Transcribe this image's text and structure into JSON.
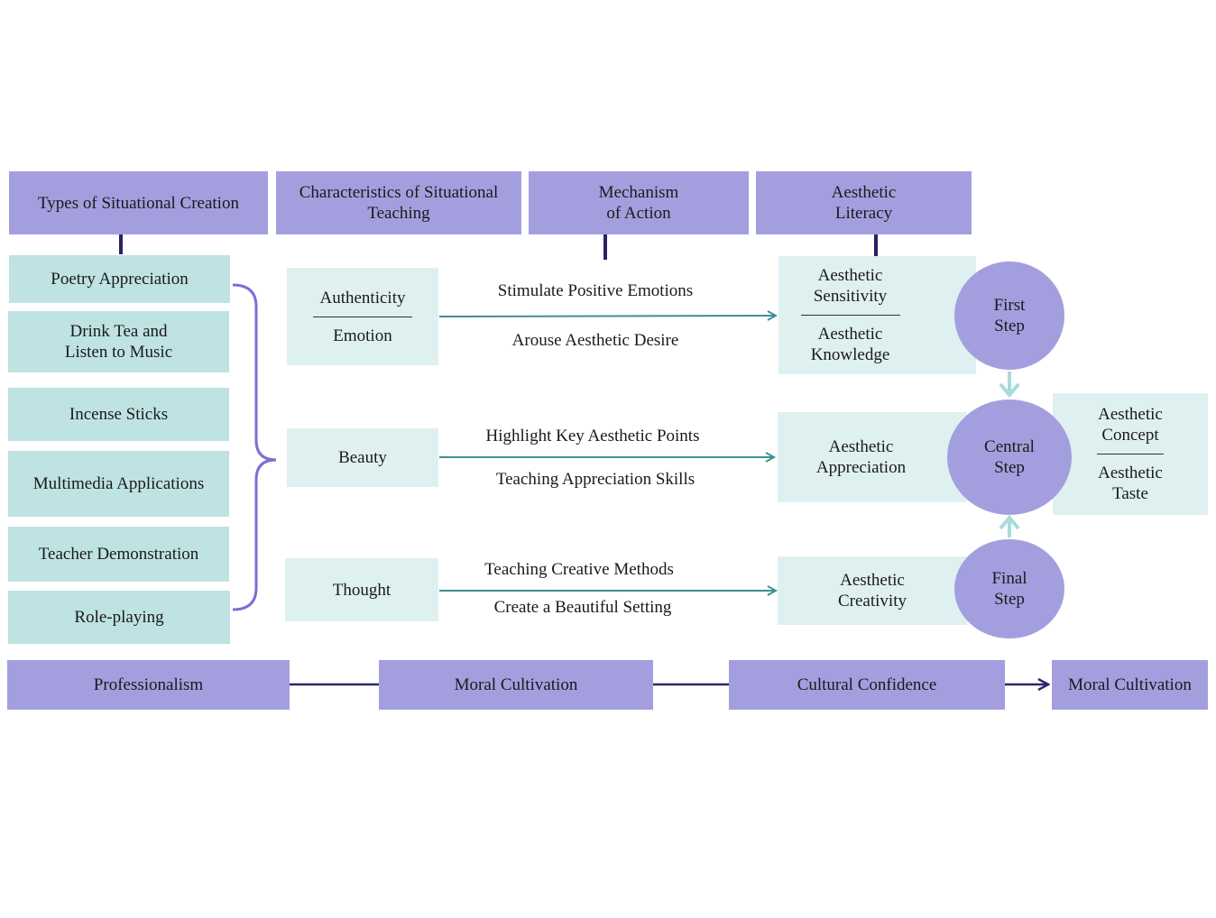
{
  "headers": {
    "types": "Types of Situational Creation",
    "characteristics": "Characteristics of Situational Teaching",
    "mechanism": "Mechanism of Action",
    "literacy": "Aesthetic Literacy"
  },
  "types": [
    "Poetry Appreciation",
    "Drink Tea and Listen to Music",
    "Incense Sticks",
    "Multimedia Applications",
    "Teacher Demonstration",
    "Role-playing"
  ],
  "characteristics": {
    "authenticity": "Authenticity",
    "emotion": "Emotion",
    "beauty": "Beauty",
    "thought": "Thought"
  },
  "mechanisms": {
    "row1_top": "Stimulate Positive Emotions",
    "row1_bottom": "Arouse Aesthetic Desire",
    "row2_top": "Highlight Key Aesthetic Points",
    "row2_bottom": "Teaching Appreciation Skills",
    "row3_top": "Teaching Creative Methods",
    "row3_bottom": "Create a Beautiful Setting"
  },
  "literacy": {
    "sensitivity": "Aesthetic Sensitivity",
    "knowledge": "Aesthetic Knowledge",
    "appreciation": "Aesthetic Appreciation",
    "creativity": "Aesthetic Creativity",
    "concept": "Aesthetic Concept",
    "taste": "Aesthetic Taste"
  },
  "steps": {
    "first": "First Step",
    "central": "Central Step",
    "final": "Final Step"
  },
  "bottom": [
    "Professionalism",
    "Moral Cultivation",
    "Cultural Confidence",
    "Moral Cultivation"
  ],
  "colors": {
    "header": "#a39fdf",
    "type_box": "#bfe2e3",
    "pale_box": "#dff0f0",
    "arrow": "#3d8f93",
    "bracket": "#7b6fd6",
    "connector": "#2f2470"
  }
}
